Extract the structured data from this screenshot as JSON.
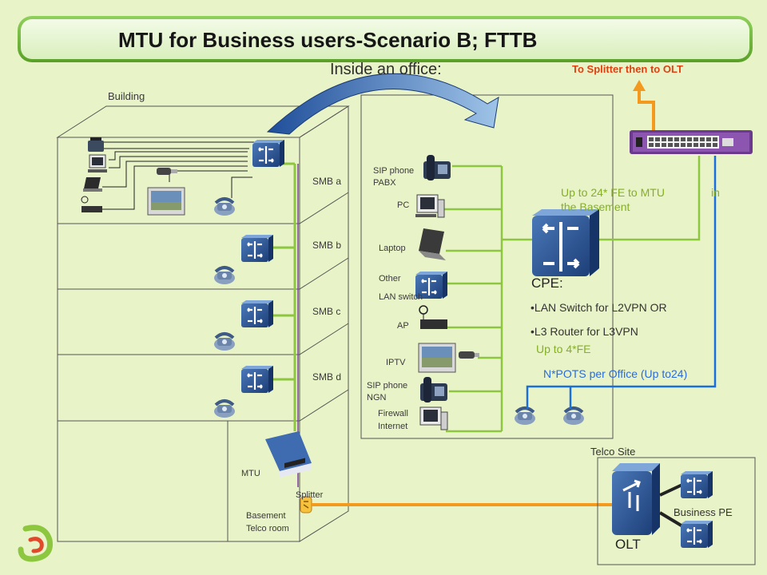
{
  "title": "MTU for Business users-Scenario B; FTTB",
  "inside_office": "Inside an office:",
  "to_splitter": "To Splitter then to OLT",
  "building": "Building",
  "floors": [
    "SMB a",
    "SMB b",
    "SMB c",
    "SMB d"
  ],
  "mtu": "MTU",
  "splitter": "Splitter",
  "basement": [
    "Basement",
    "Telco room"
  ],
  "office_devices": {
    "sip_pabx": [
      "SIP phone",
      "PABX"
    ],
    "pc": "PC",
    "laptop": "Laptop",
    "other": "Other",
    "lan_switch": "LAN switch",
    "ap": "AP",
    "iptv": "IPTV",
    "sip_ngn": [
      "SIP phone",
      "NGN"
    ],
    "firewall": [
      "Firewall",
      "Internet"
    ]
  },
  "uplink": [
    "Up to 24* FE to MTU",
    "in",
    "the Basement"
  ],
  "cpe": {
    "heading": "CPE:",
    "items": [
      "•LAN Switch for L2VPN OR",
      "•L3 Router for L3VPN"
    ],
    "fe": "Up to 4*FE"
  },
  "pots": "N*POTS per Office (Up to24)",
  "telco_site": "Telco Site",
  "olt": "OLT",
  "business_pe": "Business PE",
  "colors": {
    "green_link": "#8dc63f",
    "blue_link": "#1a6fe0",
    "orange_link": "#f39a1e",
    "accent_red": "#e04010"
  }
}
